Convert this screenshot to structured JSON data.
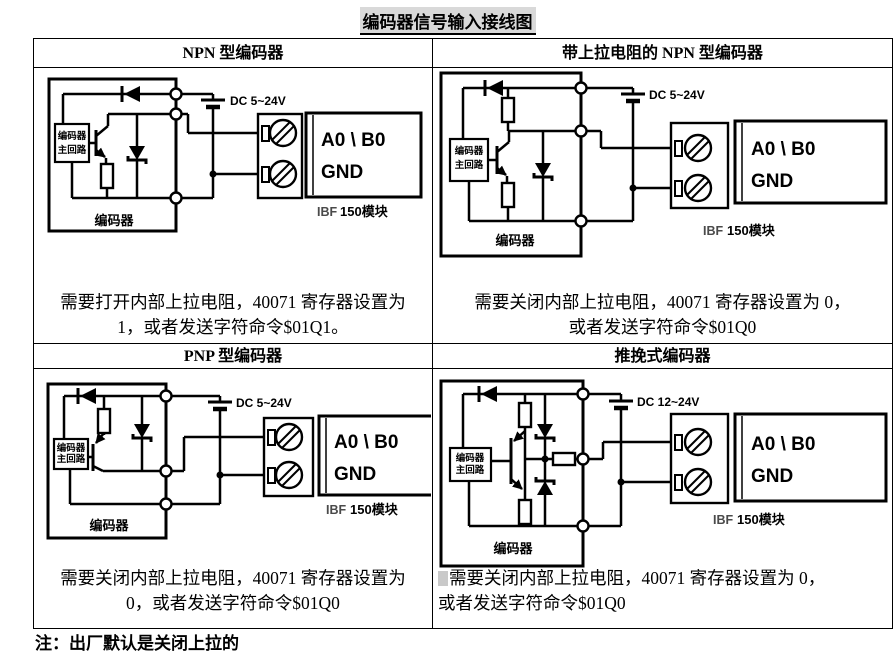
{
  "title": "编码器信号输入接线图",
  "note": "注：出厂默认是关闭上拉的",
  "labels": {
    "encoder": "编码器",
    "core_line1": "编码器",
    "core_line2": "主回路",
    "signal": "A0 \\ B0",
    "gnd": "GND",
    "ibf_prefix": "IBF",
    "ibf_suffix": "150模块"
  },
  "quadrants": [
    {
      "header": "NPN 型编码器",
      "power": "DC 5~24V",
      "caption_line1": "需要打开内部上拉电阻，40071 寄存器设置为",
      "caption_line2": "1，或者发送字符命令$01Q1。"
    },
    {
      "header": "带上拉电阻的 NPN 型编码器",
      "power": "DC 5~24V",
      "caption_line1": "需要关闭内部上拉电阻，40071 寄存器设置为 0，",
      "caption_line2": "或者发送字符命令$01Q0"
    },
    {
      "header": "PNP 型编码器",
      "power": "DC 5~24V",
      "caption_line1": "需要关闭内部上拉电阻，40071 寄存器设置为",
      "caption_line2": "0，或者发送字符命令$01Q0"
    },
    {
      "header": "推挽式编码器",
      "power": "DC 12~24V",
      "caption_line1": "需要关闭内部上拉电阻，40071 寄存器设置为 0，",
      "caption_line2": "或者发送字符命令$01Q0"
    }
  ]
}
